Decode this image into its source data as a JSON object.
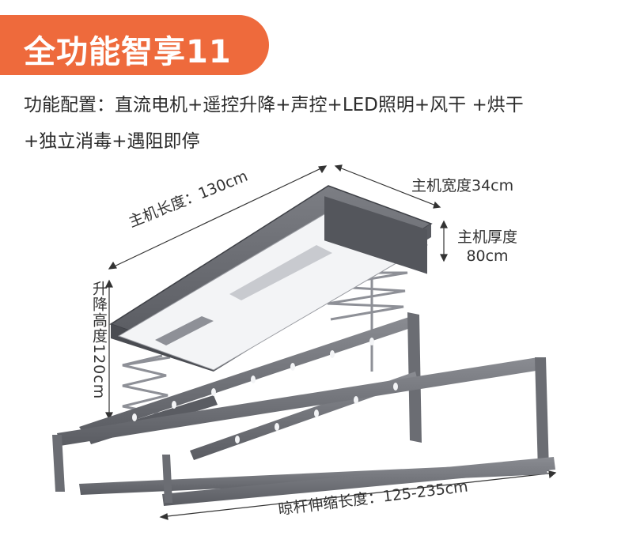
{
  "banner": {
    "title": "全功能智享11"
  },
  "features": {
    "line1": "功能配置：直流电机+遥控升降+声控+LED照明+风干 +烘干",
    "line2": "+独立消毒+遇阻即停"
  },
  "dimensions": {
    "host_length": "主机长度：130cm",
    "host_width": "主机宽度34cm",
    "host_thickness_title": "主机厚度",
    "host_thickness_value": "80cm",
    "lift_height": "升降高度120cm",
    "pole_extension": "晾杆伸缩长度：125-235cm"
  },
  "colors": {
    "banner": "#ee6a3c",
    "frame": "#6b6d73",
    "frame_dark": "#44464c",
    "frame_light": "#8e9097",
    "light_panel": "#f3f4f6"
  }
}
